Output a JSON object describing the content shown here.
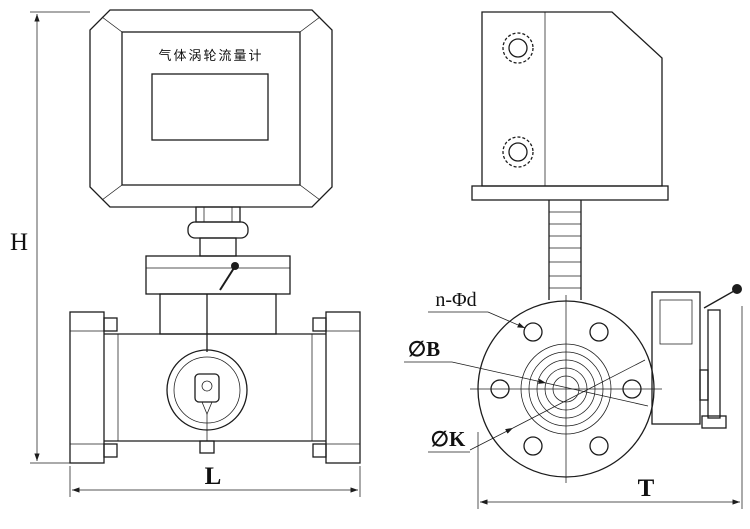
{
  "drawing": {
    "display_title": "气体涡轮流量计",
    "labels": {
      "height": "H",
      "length": "L",
      "width": "T",
      "bolt_holes": "n-Φd",
      "diameter_b": "∅B",
      "diameter_k": "∅K"
    },
    "colors": {
      "line": "#1c1c1c",
      "background": "#ffffff"
    }
  }
}
